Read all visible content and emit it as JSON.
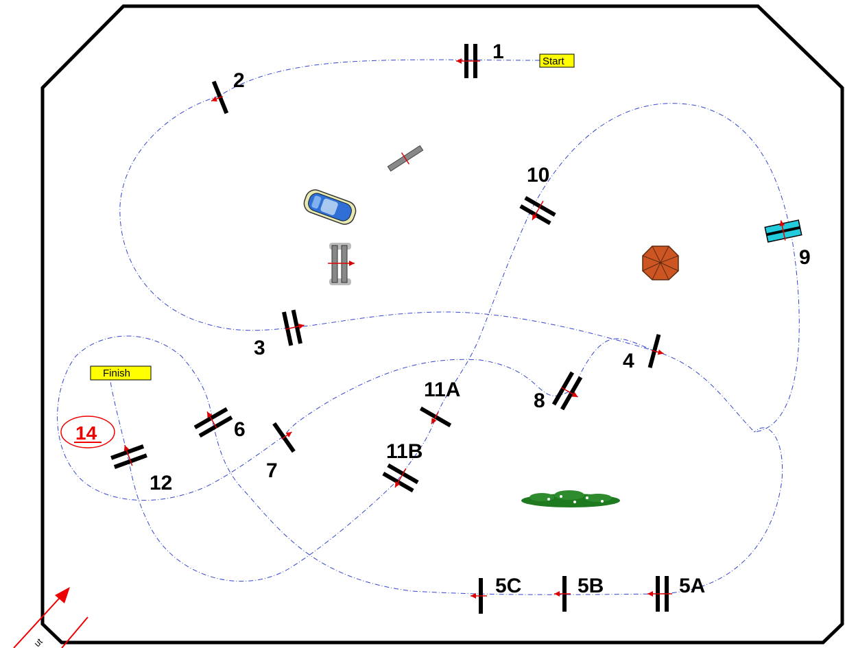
{
  "course": {
    "start_label": "Start",
    "finish_label": "Finish",
    "gate_labels": {
      "g1": "1",
      "g2": "2",
      "g3": "3",
      "g4": "4",
      "g5a": "5A",
      "g5b": "5B",
      "g5c": "5C",
      "g6": "6",
      "g7": "7",
      "g8": "8",
      "g9": "9",
      "g10": "10",
      "g11a": "11A",
      "g11b": "11B",
      "g12": "12"
    },
    "fourteen_label": "14",
    "entry_label": "ut",
    "colors": {
      "path": "#3344cc",
      "arrow": "#dd0000",
      "gate": "#000000",
      "start_box": "#ffff00",
      "gate9": "#22ccdd",
      "cone": "#cc5522",
      "bush": "#1f7a1f",
      "car": "#2f6fd6"
    },
    "icons": [
      "car-icon",
      "cone-icon",
      "bush-icon",
      "barrel-obstacle-icon",
      "plank-icon",
      "entry-arrow-icon"
    ]
  }
}
